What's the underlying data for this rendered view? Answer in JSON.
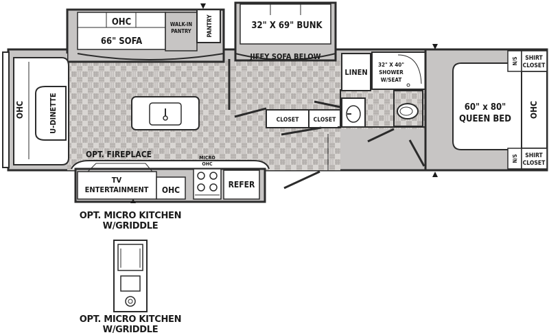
{
  "floorplan": {
    "colors": {
      "exterior": "#c7c5c4",
      "wall": "#2b2b2b",
      "floor_a": "#d9d6d3",
      "floor_b": "#b7b3b0",
      "room_fill": "#ffffff"
    },
    "labels": {
      "ohc_sofa": "OHC",
      "sofa": "66\" SOFA",
      "walk_in_pantry_1": "WALK-IN",
      "walk_in_pantry_2": "PANTRY",
      "pantry": "PANTRY",
      "bunk": "32\" X 69\" BUNK",
      "jiffy_sofa": "JIFFY SOFA BELOW",
      "linen": "LINEN",
      "shower_1": "32\" X 40\"",
      "shower_2": "SHOWER",
      "shower_3": "W/SEAT",
      "ns_top": "N/S",
      "shirt_closet_top_1": "SHIRT",
      "shirt_closet_top_2": "CLOSET",
      "queen_bed_1": "60\" x 80\"",
      "queen_bed_2": "QUEEN BED",
      "ohc_bed": "OHC",
      "ns_bottom": "N/S",
      "shirt_closet_bottom_1": "SHIRT",
      "shirt_closet_bottom_2": "CLOSET",
      "ohc_front": "OHC",
      "u_dinette": "U-DINETTE",
      "closet_1": "CLOSET",
      "closet_2": "CLOSET",
      "fireplace": "OPT. FIREPLACE",
      "tv_1": "TV",
      "tv_2": "ENTERTAINMENT",
      "ohc_kitchen": "OHC",
      "micro_ohc_1": "MICRO",
      "micro_ohc_2": "OHC",
      "refer": "REFER"
    },
    "notes": {
      "micro_kitchen_1_line1": "OPT. MICRO KITCHEN",
      "micro_kitchen_1_line2": "W/GRIDDLE",
      "micro_kitchen_2_line1": "OPT. MICRO KITCHEN",
      "micro_kitchen_2_line2": "W/GRIDDLE"
    }
  }
}
